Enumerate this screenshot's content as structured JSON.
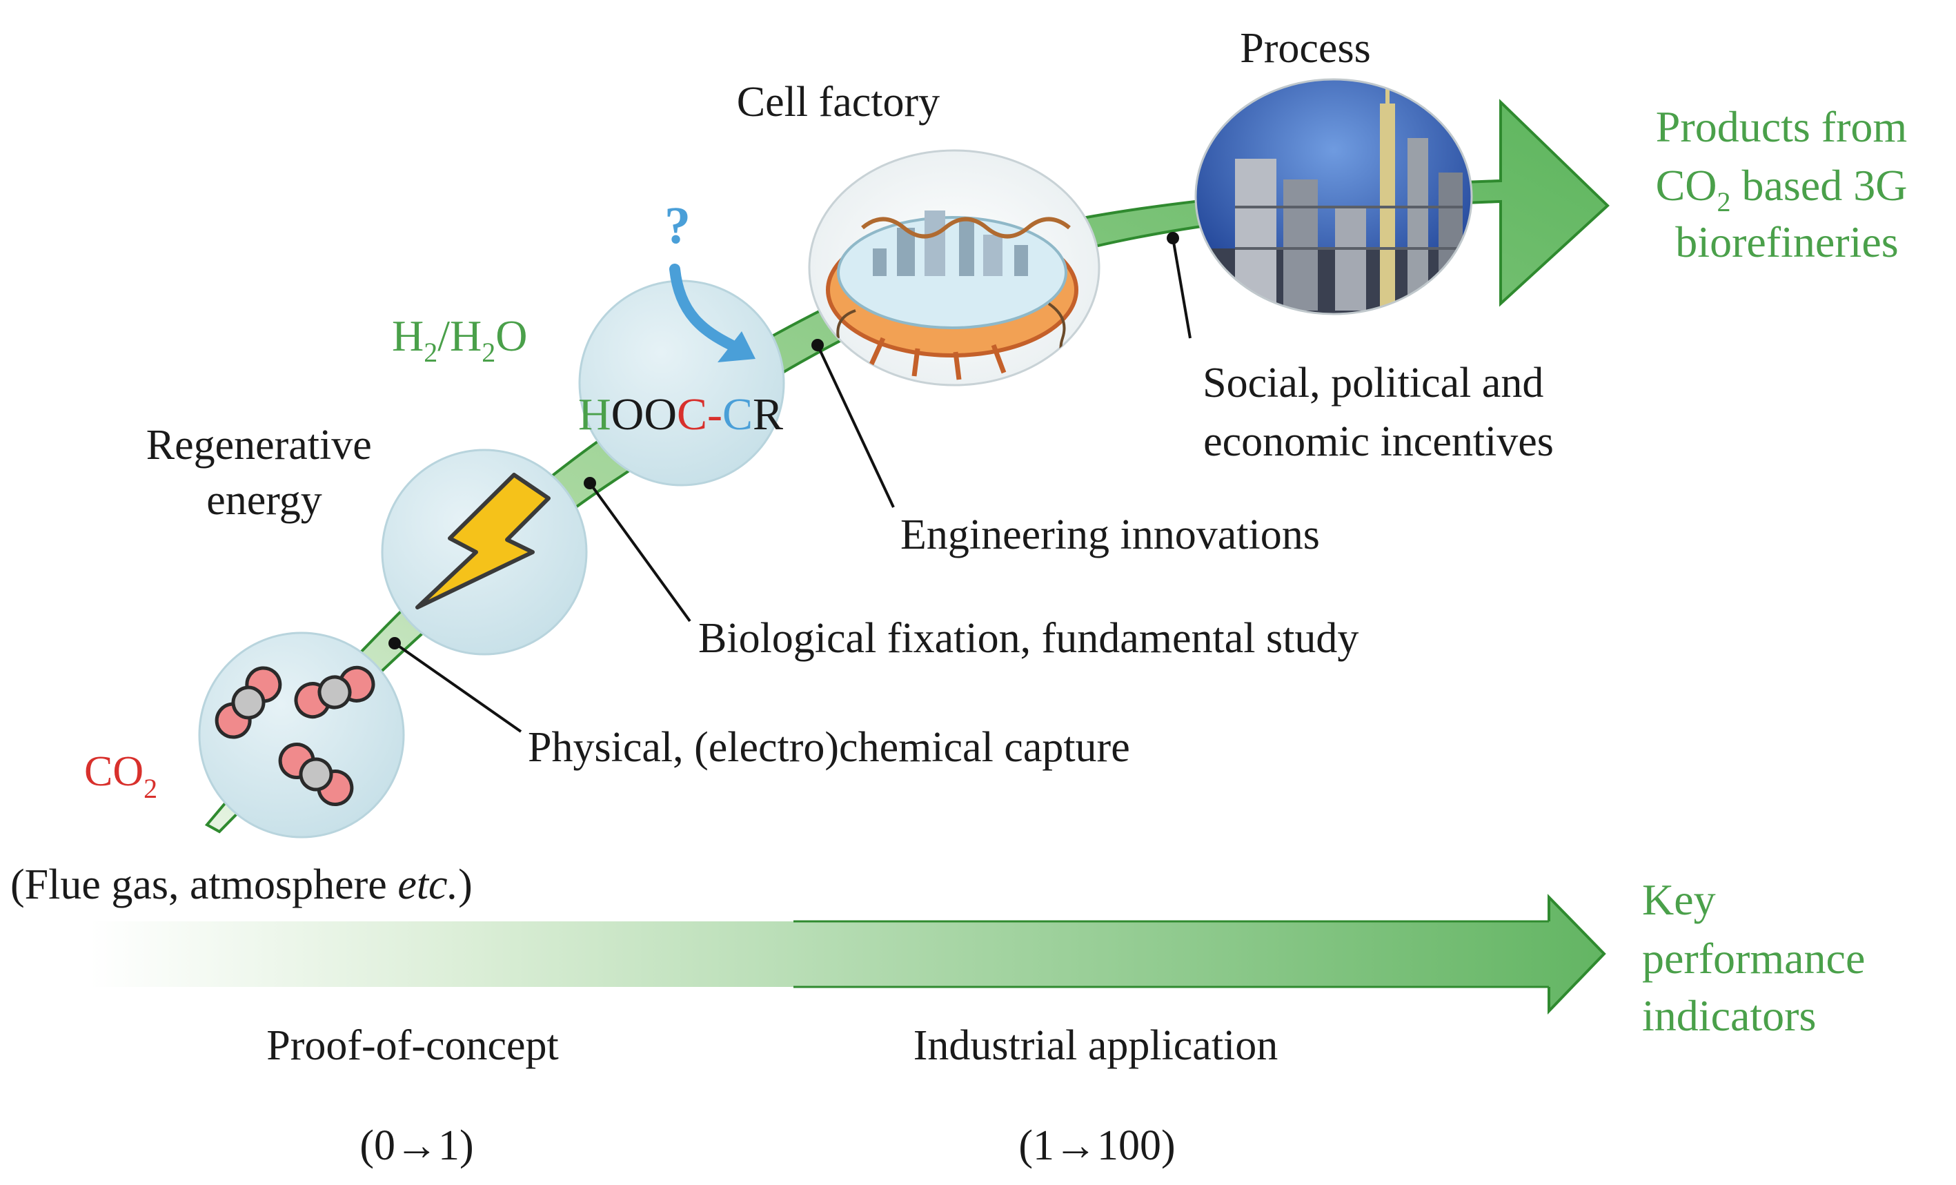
{
  "colors": {
    "green_text": "#4aa04a",
    "red_text": "#d8302c",
    "blue_text": "#4a9fd8",
    "arrow_green": "#5db55d",
    "bubble_fill": "#d6e9ef"
  },
  "labels": {
    "co2": "CO",
    "co2_sub": "2",
    "flue_gas_prefix": "(Flue gas, atmosphere ",
    "flue_gas_etc": "etc.",
    "flue_gas_suffix": ")",
    "regenerative_line1": "Regenerative",
    "regenerative_line2": "energy",
    "h2": "H",
    "h2_sub": "2",
    "slash_h": "/H",
    "h2o_sub": "2",
    "h2o_o": "O",
    "question_mark": "?",
    "hooc_h": "H",
    "hooc_oo": "OO",
    "hooc_c1": "C",
    "hooc_dash": "-",
    "hooc_c2": "C",
    "hooc_r": "R",
    "cell_factory": "Cell factory",
    "process": "Process",
    "products_line1": "Products from",
    "products_line2_a": "CO",
    "products_line2_sub": "2",
    "products_line2_b": " based 3G",
    "products_line3": "biorefineries",
    "social_line1": "Social, political and",
    "social_line2": "economic incentives",
    "engineering": "Engineering innovations",
    "biological": "Biological fixation, fundamental study",
    "physical": "Physical, (electro)chemical capture",
    "kpi_line1": "Key",
    "kpi_line2": "performance",
    "kpi_line3": "indicators",
    "proof_of_concept": "Proof-of-concept",
    "proof_range": "(0→1)",
    "industrial": "Industrial application",
    "industrial_range": "(1→100)"
  },
  "icons": {
    "co2_molecules": "co2-molecule-icon",
    "lightning": "lightning-bolt-icon",
    "cell": "cell-factory-illustration",
    "plant": "process-plant-photo"
  }
}
